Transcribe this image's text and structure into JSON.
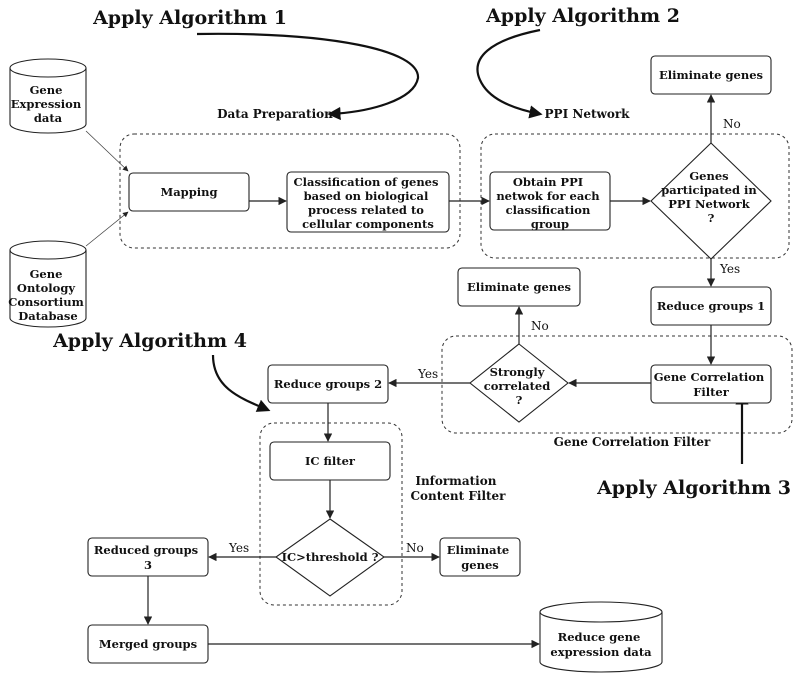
{
  "titles": {
    "algo1": "Apply Algorithm 1",
    "algo2": "Apply Algorithm 2",
    "algo3": "Apply Algorithm 3",
    "algo4": "Apply Algorithm 4"
  },
  "labels": {
    "data_preparation": "Data Preparation",
    "ppi_network": "PPI Network",
    "gene_correlation_filter": "Gene Correlation Filter",
    "information_content_filter": [
      "Information",
      "Content Filter"
    ]
  },
  "databases": {
    "gene_expression": [
      "Gene",
      "Expression",
      "data"
    ],
    "gene_ontology": [
      "Gene",
      "Ontology",
      "Consortium",
      "Database"
    ],
    "reduce_gene_expression": [
      "Reduce gene",
      "expression data"
    ]
  },
  "boxes": {
    "mapping": [
      "Mapping"
    ],
    "classification": [
      "Classification of genes",
      "based on biological",
      "process related to",
      "cellular components"
    ],
    "obtain_ppi": [
      "Obtain PPI",
      "netwok for each",
      "classification",
      "group"
    ],
    "eliminate_1": [
      "Eliminate genes"
    ],
    "reduce_groups_1": [
      "Reduce groups 1"
    ],
    "eliminate_2": [
      "Eliminate genes"
    ],
    "gene_correlation_filter": [
      "Gene Correlation",
      "Filter"
    ],
    "reduce_groups_2": [
      "Reduce groups 2"
    ],
    "ic_filter": [
      "IC filter"
    ],
    "eliminate_3": [
      "Eliminate",
      "genes"
    ],
    "reduced_groups_3": [
      "Reduced groups",
      "3"
    ],
    "merged_groups": [
      "Merged groups"
    ]
  },
  "decisions": {
    "genes_participated": [
      "Genes",
      "participated in",
      "PPI Network",
      "?"
    ],
    "strongly_correlated": [
      "Strongly",
      "correlated",
      "?"
    ],
    "ic_threshold": [
      "IC>threshold ?"
    ]
  },
  "branches": {
    "no_1": "No",
    "yes_1": "Yes",
    "no_2": "No",
    "yes_2": "Yes",
    "yes_3": "Yes",
    "no_3": "No"
  }
}
